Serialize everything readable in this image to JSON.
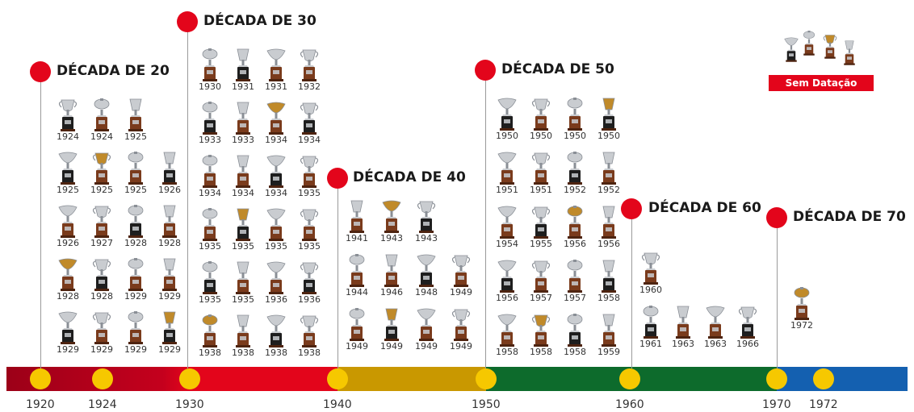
{
  "decades": [
    {
      "title": "DÉCADA DE 20",
      "trophies": [
        "1924",
        "1924",
        "1925",
        "1925",
        "1925",
        "1925",
        "1926",
        "1926",
        "1927",
        "1928",
        "1928",
        "1928",
        "1928",
        "1929",
        "1929",
        "1929",
        "1929",
        "1929",
        "1929"
      ]
    },
    {
      "title": "DÉCADA DE 30",
      "trophies": [
        "1930",
        "1931",
        "1931",
        "1932",
        "1933",
        "1933",
        "1934",
        "1934",
        "1934",
        "1934",
        "1934",
        "1935",
        "1935",
        "1935",
        "1935",
        "1935",
        "1935",
        "1935",
        "1936",
        "1936",
        "1938",
        "1938",
        "1938",
        "1938"
      ]
    },
    {
      "title": "DÉCADA DE 40",
      "trophies": [
        "1941",
        "1943",
        "1943",
        "1944",
        "1946",
        "1948",
        "1949",
        "1949",
        "1949",
        "1949",
        "1949"
      ]
    },
    {
      "title": "DÉCADA DE 50",
      "trophies": [
        "1950",
        "1950",
        "1950",
        "1950",
        "1951",
        "1951",
        "1952",
        "1952",
        "1954",
        "1955",
        "1956",
        "1956",
        "1956",
        "1957",
        "1957",
        "1958",
        "1958",
        "1958",
        "1958",
        "1959"
      ]
    },
    {
      "title": "DÉCADA DE 60",
      "trophies": [
        "1960",
        "1961",
        "1963",
        "1963",
        "1966"
      ]
    },
    {
      "title": "DÉCADA DE 70",
      "trophies": [
        "1972"
      ]
    }
  ],
  "undated": {
    "label": "Sem Datação"
  },
  "timeline": {
    "years": [
      "1920",
      "1924",
      "1930",
      "1940",
      "1950",
      "1960",
      "1970",
      "1972"
    ],
    "colors": {
      "1920s": "#b8001f",
      "1930s": "#e3051b",
      "1940s": "#c99800",
      "1950s": "#0d6b2c",
      "1960s": "#0d6b2c",
      "1970s": "#1460b0",
      "marker": "#f6c800"
    }
  }
}
